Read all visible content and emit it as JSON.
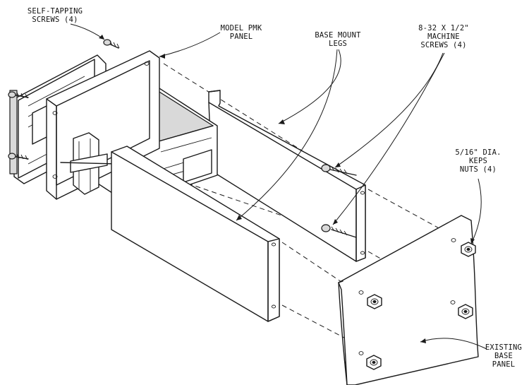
{
  "labels": {
    "self_tapping": [
      "SELF-TAPPING",
      "SCREWS (4)"
    ],
    "model_panel": [
      "MODEL PMK",
      "PANEL"
    ],
    "base_mount": [
      "BASE MOUNT",
      "LEGS"
    ],
    "machine_screws": [
      "8-32 X 1/2\"",
      "MACHINE",
      "SCREWS (4)"
    ],
    "keps_nuts": [
      "5/16\" DIA.",
      "KEPS",
      "NUTS (4)"
    ],
    "existing_panel": [
      "EXISTING",
      "BASE",
      "PANEL"
    ]
  }
}
